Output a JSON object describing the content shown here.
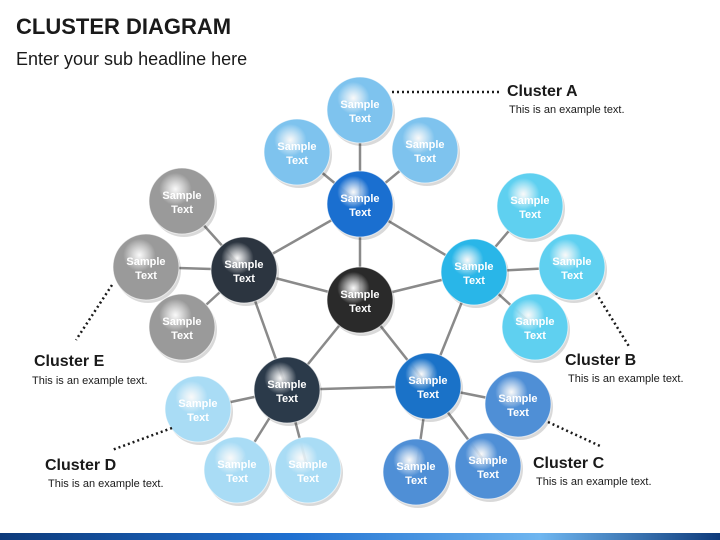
{
  "header": {
    "title": "CLUSTER DIAGRAM",
    "subtitle": "Enter your sub headline here"
  },
  "node_text": [
    "Sample",
    "Text"
  ],
  "clusters": [
    {
      "id": "A",
      "name": "Cluster  A",
      "description": "This is an example text.",
      "color": "#1a6fd0"
    },
    {
      "id": "B",
      "name": "Cluster  B",
      "description": "This is an example text.",
      "color": "#29b6e8"
    },
    {
      "id": "C",
      "name": "Cluster  C",
      "description": "This is an example text.",
      "color": "#1a72c8"
    },
    {
      "id": "D",
      "name": "Cluster  D",
      "description": "This is an example text.",
      "color": "#2b3a4a"
    },
    {
      "id": "E",
      "name": "Cluster  E",
      "description": "This is an example text.",
      "color": "#2c3540"
    }
  ],
  "center_color": "#2a2a2a",
  "colors": {
    "line": "#8a8a8a",
    "dotted_line": "#1a1a1a",
    "grey_bubble": "#9a9a9a",
    "light_blue_bubble": "#7ec3ee",
    "cyan_bubble": "#5fd0f0",
    "pale_blue_bubble": "#a9dcf5",
    "mid_blue_bubble": "#4f8fd6"
  }
}
